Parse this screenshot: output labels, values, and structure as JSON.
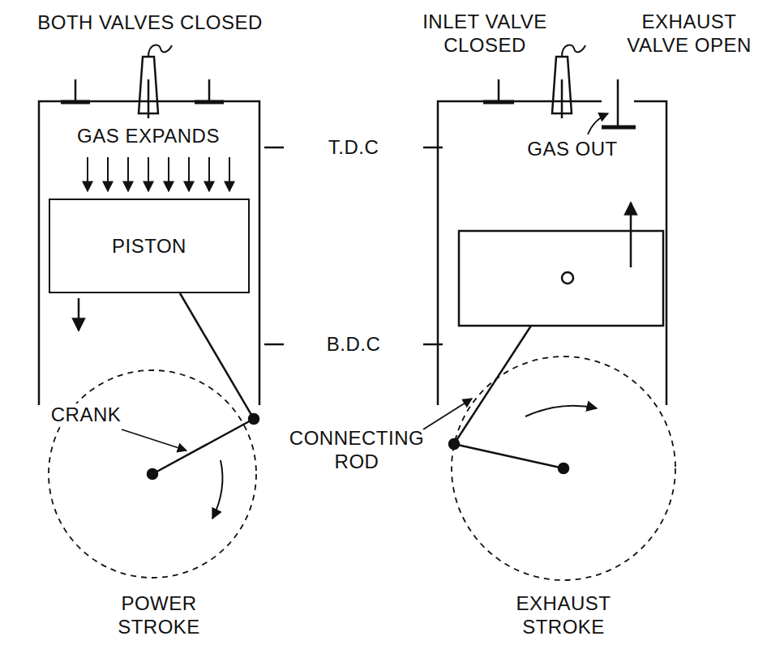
{
  "diagram": {
    "nodes": [
      {
        "text": [
          "PISTON"
        ]
      }
    ],
    "labels": [
      "BOTH VALVES CLOSED",
      "INLET VALVE CLOSED",
      "EXHAUST VALVE OPEN",
      "GAS EXPANDS",
      "T.D.C",
      "B.D.C",
      "GAS OUT",
      "CRANK",
      "CONNECTING ROD",
      "POWER STROKE",
      "EXHAUST STROKE"
    ]
  }
}
